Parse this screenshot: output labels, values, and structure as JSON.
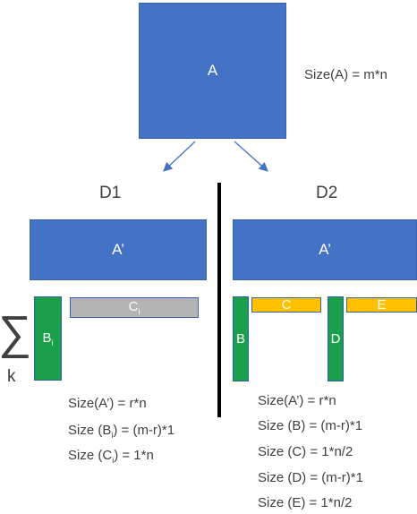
{
  "top": {
    "box_label": "A",
    "size_text": "Size(A) = m*n"
  },
  "left": {
    "title": "D1",
    "a_prime_label": "A’",
    "b_label": "B",
    "b_sub": "i",
    "c_label": "C",
    "c_sub": "i",
    "sigma_symbol": "∑",
    "sigma_index": "k",
    "eq1": "Size(A’) = r*n",
    "eq2_pre": "Size (B",
    "eq2_sub": "i",
    "eq2_post": ") = (m-r)*1",
    "eq3_pre": "Size (C",
    "eq3_sub": "i",
    "eq3_post": ") = 1*n"
  },
  "right": {
    "title": "D2",
    "a_prime_label": "A’",
    "b_label": "B",
    "c_label": "C",
    "d_label": "D",
    "e_label": "E",
    "eq1": "Size(A’) = r*n",
    "eq2": "Size (B) = (m-r)*1",
    "eq3": "Size (C) = 1*n/2",
    "eq4": "Size (D) = (m-r)*1",
    "eq5": "Size (E) = 1*n/2"
  },
  "colors": {
    "blue": "#4472c4",
    "green": "#1aa04a",
    "gray": "#b4b4b4",
    "orange": "#ffc000",
    "arrow": "#4472c4",
    "divider": "#000000"
  }
}
